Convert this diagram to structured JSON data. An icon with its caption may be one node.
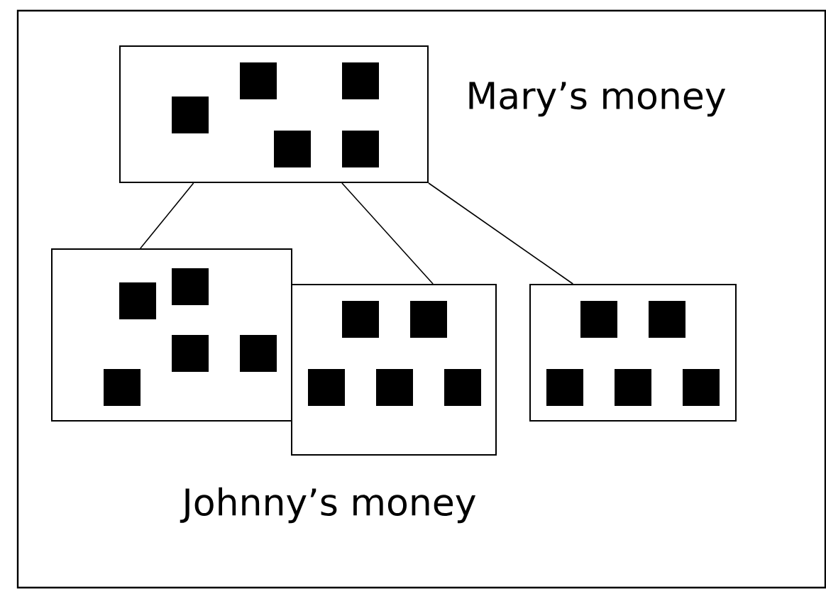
{
  "diagram": {
    "nodes": [
      {
        "text": [],
        "shape": "box",
        "beside": [
          "Mary’s money"
        ]
      },
      {
        "text": [],
        "shape": "box"
      },
      {
        "text": [],
        "shape": "box"
      },
      {
        "text": [],
        "shape": "box"
      }
    ],
    "edges": [
      {
        "from": 0,
        "to": 1,
        "arrow": "none"
      },
      {
        "from": 0,
        "to": 2,
        "arrow": "none"
      },
      {
        "from": 0,
        "to": 3,
        "arrow": "none"
      }
    ],
    "labels": [
      "Johnny’s money"
    ]
  }
}
